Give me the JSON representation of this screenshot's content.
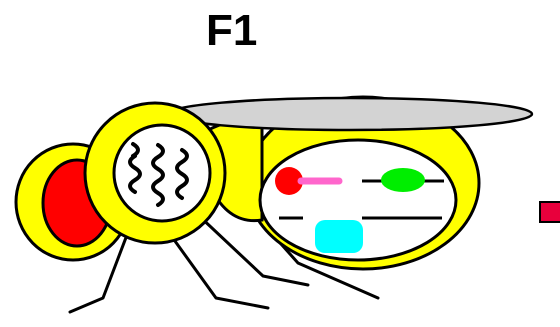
{
  "title": "F1",
  "colors": {
    "body_yellow": "#ffff00",
    "outline": "#000000",
    "eye_red": "#ff0000",
    "wing_gray": "#d3d3d3",
    "nucleus_white": "#ffffff",
    "gene_red": "#ff0000",
    "gene_pink": "#ff66cc",
    "gene_green": "#00ee00",
    "gene_cyan": "#00ffff",
    "arrow_red": "#e8003c"
  },
  "icons": {
    "chromatin": "wavy-chromosome-strands",
    "offscreen_arrow": "red-arrow-partial"
  }
}
